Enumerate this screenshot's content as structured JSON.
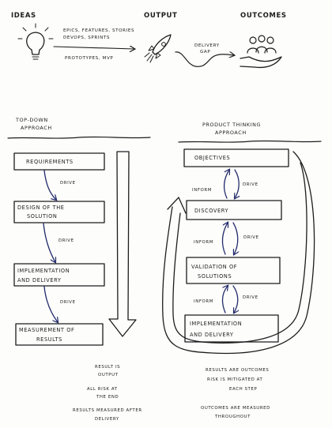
{
  "top": {
    "ideas_title": "IDEAS",
    "ideas_line1": "EPICS, FEATURES, STORIES",
    "ideas_line2": "DEVOPS, SPRINTS",
    "ideas_line3": "PROTOTYPES, MVP",
    "output_title": "OUTPUT",
    "outcomes_title": "OUTCOMES",
    "gap_line1": "DELIVERY",
    "gap_line2": "GAP"
  },
  "left": {
    "heading_line1": "TOP-DOWN",
    "heading_line2": "APPROACH",
    "boxes": [
      {
        "line1": "REQUIREMENTS",
        "line2": ""
      },
      {
        "line1": "DESIGN OF THE",
        "line2": "SOLUTION"
      },
      {
        "line1": "IMPLEMENTATION",
        "line2": "AND DELIVERY"
      },
      {
        "line1": "MEASUREMENT OF",
        "line2": "RESULTS"
      }
    ],
    "arrow_label": "DRIVE",
    "notes": [
      "RESULT IS",
      "OUTPUT",
      "ALL RISK AT",
      "THE END",
      "RESULTS MEASURED AFTER",
      "DELIVERY"
    ]
  },
  "right": {
    "heading_line1": "PRODUCT THINKING",
    "heading_line2": "APPROACH",
    "boxes": [
      {
        "line1": "OBJECTIVES",
        "line2": ""
      },
      {
        "line1": "DISCOVERY",
        "line2": ""
      },
      {
        "line1": "VALIDATION OF",
        "line2": "SOLUTIONS"
      },
      {
        "line1": "IMPLEMENTATION",
        "line2": "AND DELIVERY"
      }
    ],
    "inform_label": "INFORM",
    "drive_label": "DRIVE",
    "notes": [
      "RESULTS ARE OUTCOMES",
      "RISK IS MITIGATED AT",
      "EACH STEP",
      "OUTCOMES ARE MEASURED",
      "THROUGHOUT"
    ]
  }
}
